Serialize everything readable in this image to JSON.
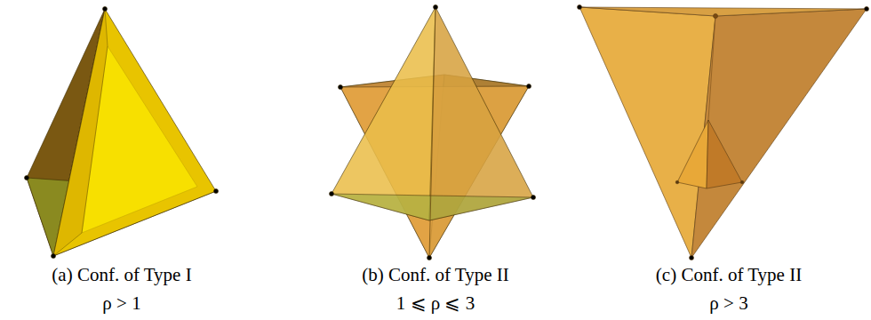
{
  "diagram": {
    "labels": [
      "(a) Conf. of Type I",
      "ρ > 1",
      "(b) Conf. of Type II",
      "1 ⩽ ρ ⩽ 3",
      "(c) Conf. of Type II",
      "ρ > 3"
    ]
  }
}
